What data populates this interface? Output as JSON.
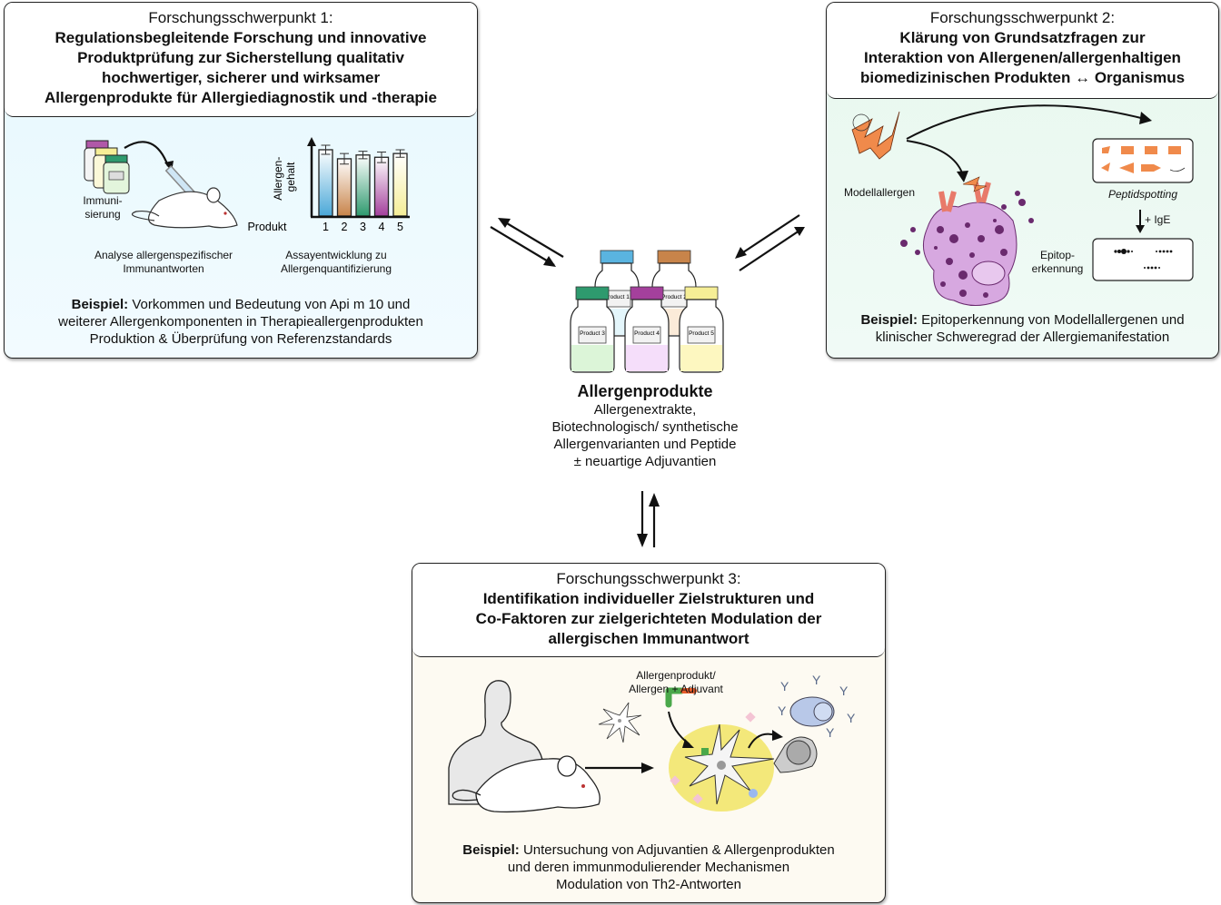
{
  "panel1": {
    "kicker": "Forschungsschwerpunkt 1:",
    "title_lines": [
      "Regulationsbegleitende Forschung und innovative",
      "Produktprüfung zur Sicherstellung qualitativ",
      "hochwertiger, sicherer und wirksamer",
      "Allergenprodukte für Allergiediagnostik und -therapie"
    ],
    "immunization_label": [
      "Immuni-",
      "sierung"
    ],
    "caption_left": [
      "Analyse allergenspezifischer",
      "Immunantworten"
    ],
    "caption_right": [
      "Assayentwicklung zu",
      "Allergenquantifizierung"
    ],
    "example_label": "Beispiel:",
    "example_lines": [
      "Vorkommen und Bedeutung von Api m 10 und",
      "weiterer Allergenkomponenten in Therapieallergenprodukten",
      "Produktion & Überprüfung von Referenzstandards"
    ],
    "colors": {
      "background": "#e6f8fd"
    }
  },
  "chart_data": {
    "type": "bar",
    "title": "",
    "xlabel": "Produkt",
    "ylabel": "Allergen-\ngehalt",
    "categories": [
      "1",
      "2",
      "3",
      "4",
      "5"
    ],
    "values": [
      0.88,
      0.76,
      0.81,
      0.78,
      0.83
    ],
    "errors": [
      0.06,
      0.07,
      0.05,
      0.07,
      0.05
    ],
    "ylim": [
      0,
      1
    ],
    "yticks": [],
    "grid": false,
    "colors": [
      "#4aa8d8",
      "#c8844a",
      "#2e9a6e",
      "#a4409c",
      "#f5ee96"
    ]
  },
  "panel2": {
    "kicker": "Forschungsschwerpunkt 2:",
    "title_lines": [
      "Klärung von Grundsatzfragen zur",
      "Interaktion von Allergenen/allergenhaltigen",
      "biomedizinischen Produkten ↔ Organismus"
    ],
    "model_allergen_label": "Modellallergen",
    "peptide_spotting_label": "Peptidspotting",
    "ige_label": "+ IgE",
    "epitope_label": [
      "Epitop-",
      "erkennung"
    ],
    "example_label": "Beispiel:",
    "example_lines": [
      "Epitoperkennung von Modellallergenen und",
      "klinischer Schweregrad der Allergiemanifestation"
    ],
    "colors": {
      "background": "#e8f8ee",
      "allergen": "#f08a4b",
      "cell": "#d7a8e0",
      "granule": "#6a2a6e"
    }
  },
  "center": {
    "bottles": [
      {
        "label": "Product 1",
        "cap": "#5ab4e0",
        "fill": "#e4f6fb"
      },
      {
        "label": "Product 2",
        "cap": "#c8844a",
        "fill": "#fbebd9"
      },
      {
        "label": "Product 3",
        "cap": "#2e9a6e",
        "fill": "#dcf5d8"
      },
      {
        "label": "Product 4",
        "cap": "#a4409c",
        "fill": "#f5defa"
      },
      {
        "label": "Product 5",
        "cap": "#f5ee96",
        "fill": "#fdf7c0"
      }
    ],
    "title": "Allergenprodukte",
    "lines": [
      "Allergenextrakte,",
      "Biotechnologisch/ synthetische",
      "Allergenvarianten und Peptide",
      "± neuartige Adjuvantien"
    ]
  },
  "panel3": {
    "kicker": "Forschungsschwerpunkt 3:",
    "title_lines": [
      "Identifikation individueller Zielstrukturen und",
      "Co-Faktoren zur  zielgerichteten Modulation der",
      "allergischen Immunantwort"
    ],
    "adjuvant_label": [
      "Allergenprodukt/",
      "Allergen + Adjuvant"
    ],
    "example_label": "Beispiel:",
    "example_lines": [
      "Untersuchung von Adjuvantien & Allergenprodukten",
      "und deren immunmodulierender Mechanismen",
      "Modulation von Th2-Antworten"
    ],
    "colors": {
      "background": "#fdfaf2",
      "dc_zone": "#f3e87a"
    }
  }
}
